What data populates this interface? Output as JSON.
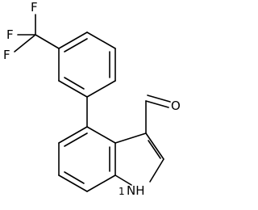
{
  "atoms": {
    "f_top": "F",
    "f_left": "F",
    "f_lower": "F",
    "oxygen": "O",
    "nh": "NH",
    "nh_prefix": "1"
  }
}
